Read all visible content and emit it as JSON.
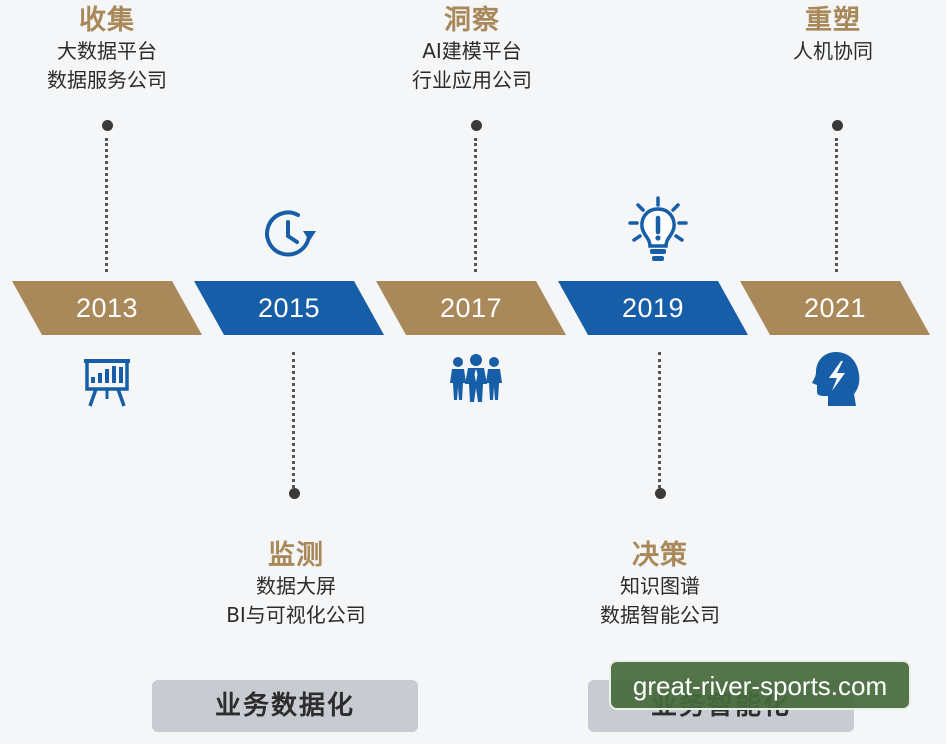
{
  "milestones": [
    {
      "year": "2013",
      "title": "收集",
      "lines": [
        "大数据平台",
        "数据服务公司"
      ],
      "icon": "presentation-chart-icon",
      "color": "#a9885a"
    },
    {
      "year": "2015",
      "title": "监测",
      "lines": [
        "数据大屏",
        "BI与可视化公司"
      ],
      "icon": "clock-refresh-icon",
      "color": "#175ea8"
    },
    {
      "year": "2017",
      "title": "洞察",
      "lines": [
        "AI建模平台",
        "行业应用公司"
      ],
      "icon": "team-people-icon",
      "color": "#a9885a"
    },
    {
      "year": "2019",
      "title": "决策",
      "lines": [
        "知识图谱",
        "数据智能公司"
      ],
      "icon": "lightbulb-icon",
      "color": "#175ea8"
    },
    {
      "year": "2021",
      "title": "重塑",
      "lines": [
        "人机协同"
      ],
      "icon": "head-lightning-icon",
      "color": "#a9885a"
    }
  ],
  "phases": [
    "业务数据化",
    "业务智能化"
  ],
  "watermark": "great-river-sports.com",
  "colors": {
    "gold": "#a9885a",
    "blue": "#175ea8",
    "background": "#f4f6f7",
    "phase_box": "#c8ccd2"
  }
}
